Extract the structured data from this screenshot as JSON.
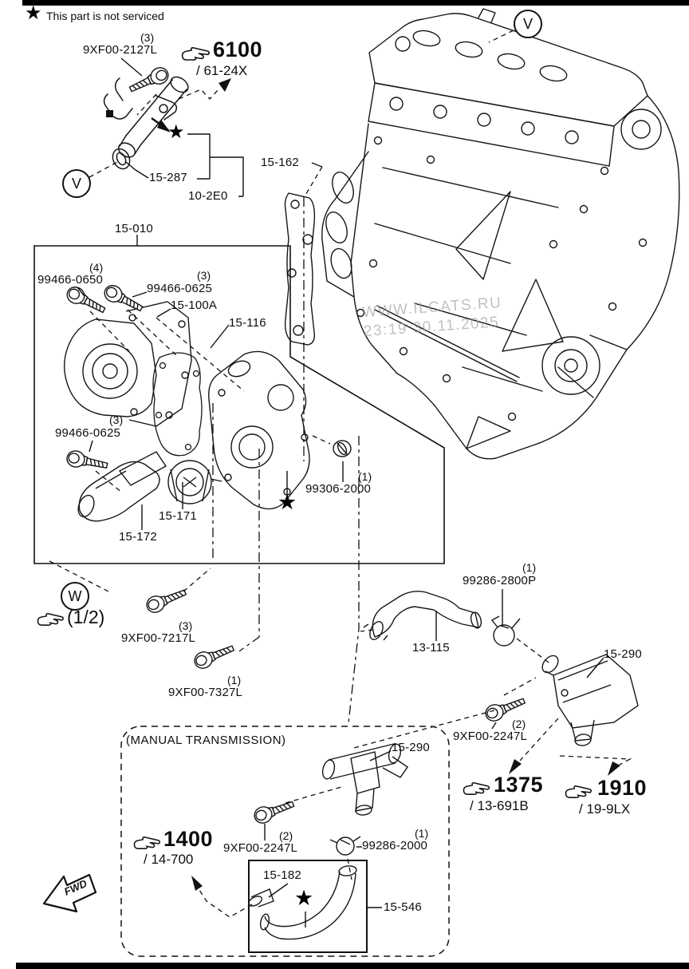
{
  "legend": {
    "star": "★",
    "text": "This part is not serviced"
  },
  "watermark": {
    "line1": "WWW.ILCATS.RU",
    "line2": "23:19 30.11.2025"
  },
  "fwd": "FWD",
  "view_markers": {
    "v_left": "V",
    "v_top": "V",
    "w": "W"
  },
  "boxes": {
    "main_group_label": "15-010",
    "manual_transmission": "(MANUAL TRANSMISSION)"
  },
  "labels": {
    "b2127": {
      "qty": "(3)",
      "part": "9XF00-2127L"
    },
    "p15287": {
      "part": "15-287"
    },
    "p102e0": {
      "part": "10-2E0"
    },
    "p15162": {
      "part": "15-162"
    },
    "b0650": {
      "qty": "(4)",
      "part": "99466-0650"
    },
    "b0625a": {
      "qty": "(3)",
      "part": "99466-0625"
    },
    "p15100a": {
      "part": "15-100A"
    },
    "p15116": {
      "part": "15-116"
    },
    "b0625b": {
      "qty": "(3)",
      "part": "99466-0625"
    },
    "p15171": {
      "part": "15-171"
    },
    "p15172": {
      "part": "15-172"
    },
    "p99306": {
      "qty": "(1)",
      "part": "99306-2000"
    },
    "b7217": {
      "qty": "(3)",
      "part": "9XF00-7217L"
    },
    "b7327": {
      "qty": "(1)",
      "part": "9XF00-7327L"
    },
    "p2800p": {
      "qty": "(1)",
      "part": "99286-2800P"
    },
    "p13115": {
      "part": "13-115"
    },
    "p15290": {
      "part": "15-290"
    },
    "b2247r": {
      "qty": "(2)",
      "part": "9XF00-2247L"
    },
    "p15290mt": {
      "part": "15-290"
    },
    "b2247mt": {
      "qty": "(2)",
      "part": "9XF00-2247L"
    },
    "p99286": {
      "qty": "(1)",
      "part": "99286-2000"
    },
    "p15182": {
      "part": "15-182"
    },
    "p15546": {
      "part": "15-546"
    }
  },
  "refs": {
    "r6100": {
      "code": "6100",
      "sub": "/ 61-24X"
    },
    "r12": {
      "code": "(1/2)"
    },
    "r1375": {
      "code": "1375",
      "sub": "/ 13-691B"
    },
    "r1910": {
      "code": "1910",
      "sub": "/ 19-9LX"
    },
    "r1400": {
      "code": "1400",
      "sub": "/ 14-700"
    }
  }
}
